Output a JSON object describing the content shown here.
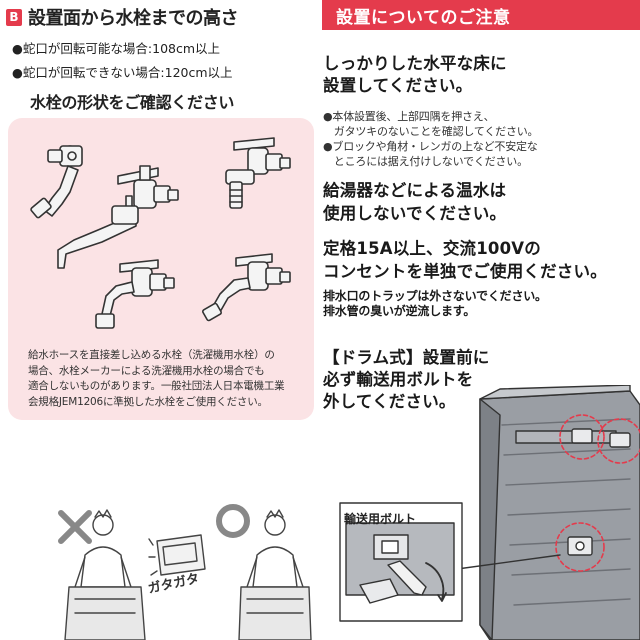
{
  "left": {
    "badge": "B",
    "title": "設置面から水栓までの高さ",
    "heights": [
      "●蛇口が回転可能な場合:108cm以上",
      "●蛇口が回転できない場合:120cm以上"
    ],
    "shape_title": "水栓の形状をご確認ください",
    "note": "給水ホースを直接差し込める水栓（洗濯機用水栓）の\n場合、水栓メーカーによる洗濯機用水栓の場合でも\n適合しないものがあります。一般社団法人日本電機工業\n会規格JEM1206に準拠した水栓をご使用ください。",
    "illustration_sound": "ガタガタ"
  },
  "right": {
    "header": "設置についてのご注意",
    "floor": [
      "しっかりした水平な床に",
      "設置してください。"
    ],
    "floor_notes": [
      "●本体設置後、上部四隅を押さえ、",
      "　ガタツキのないことを確認してください。",
      "●ブロックや角材・レンガの上など不安定な",
      "　ところには据え付けしないでください。"
    ],
    "hot_water": [
      "給湯器などによる温水は",
      "使用しないでください。"
    ],
    "power": [
      "定格15A以上、交流100Vの",
      "コンセントを単独でご使用ください。"
    ],
    "trap": [
      "排水口のトラップは外さないでください。",
      "排水管の臭いが逆流します。"
    ],
    "drum": [
      "【ドラム式】設置前に",
      "必ず輸送用ボルトを",
      "外してください。"
    ],
    "bolt_label": "輸送用ボルト"
  },
  "colors": {
    "accent_red": "#e43b4c",
    "pink_panel": "#fbe3e5"
  }
}
